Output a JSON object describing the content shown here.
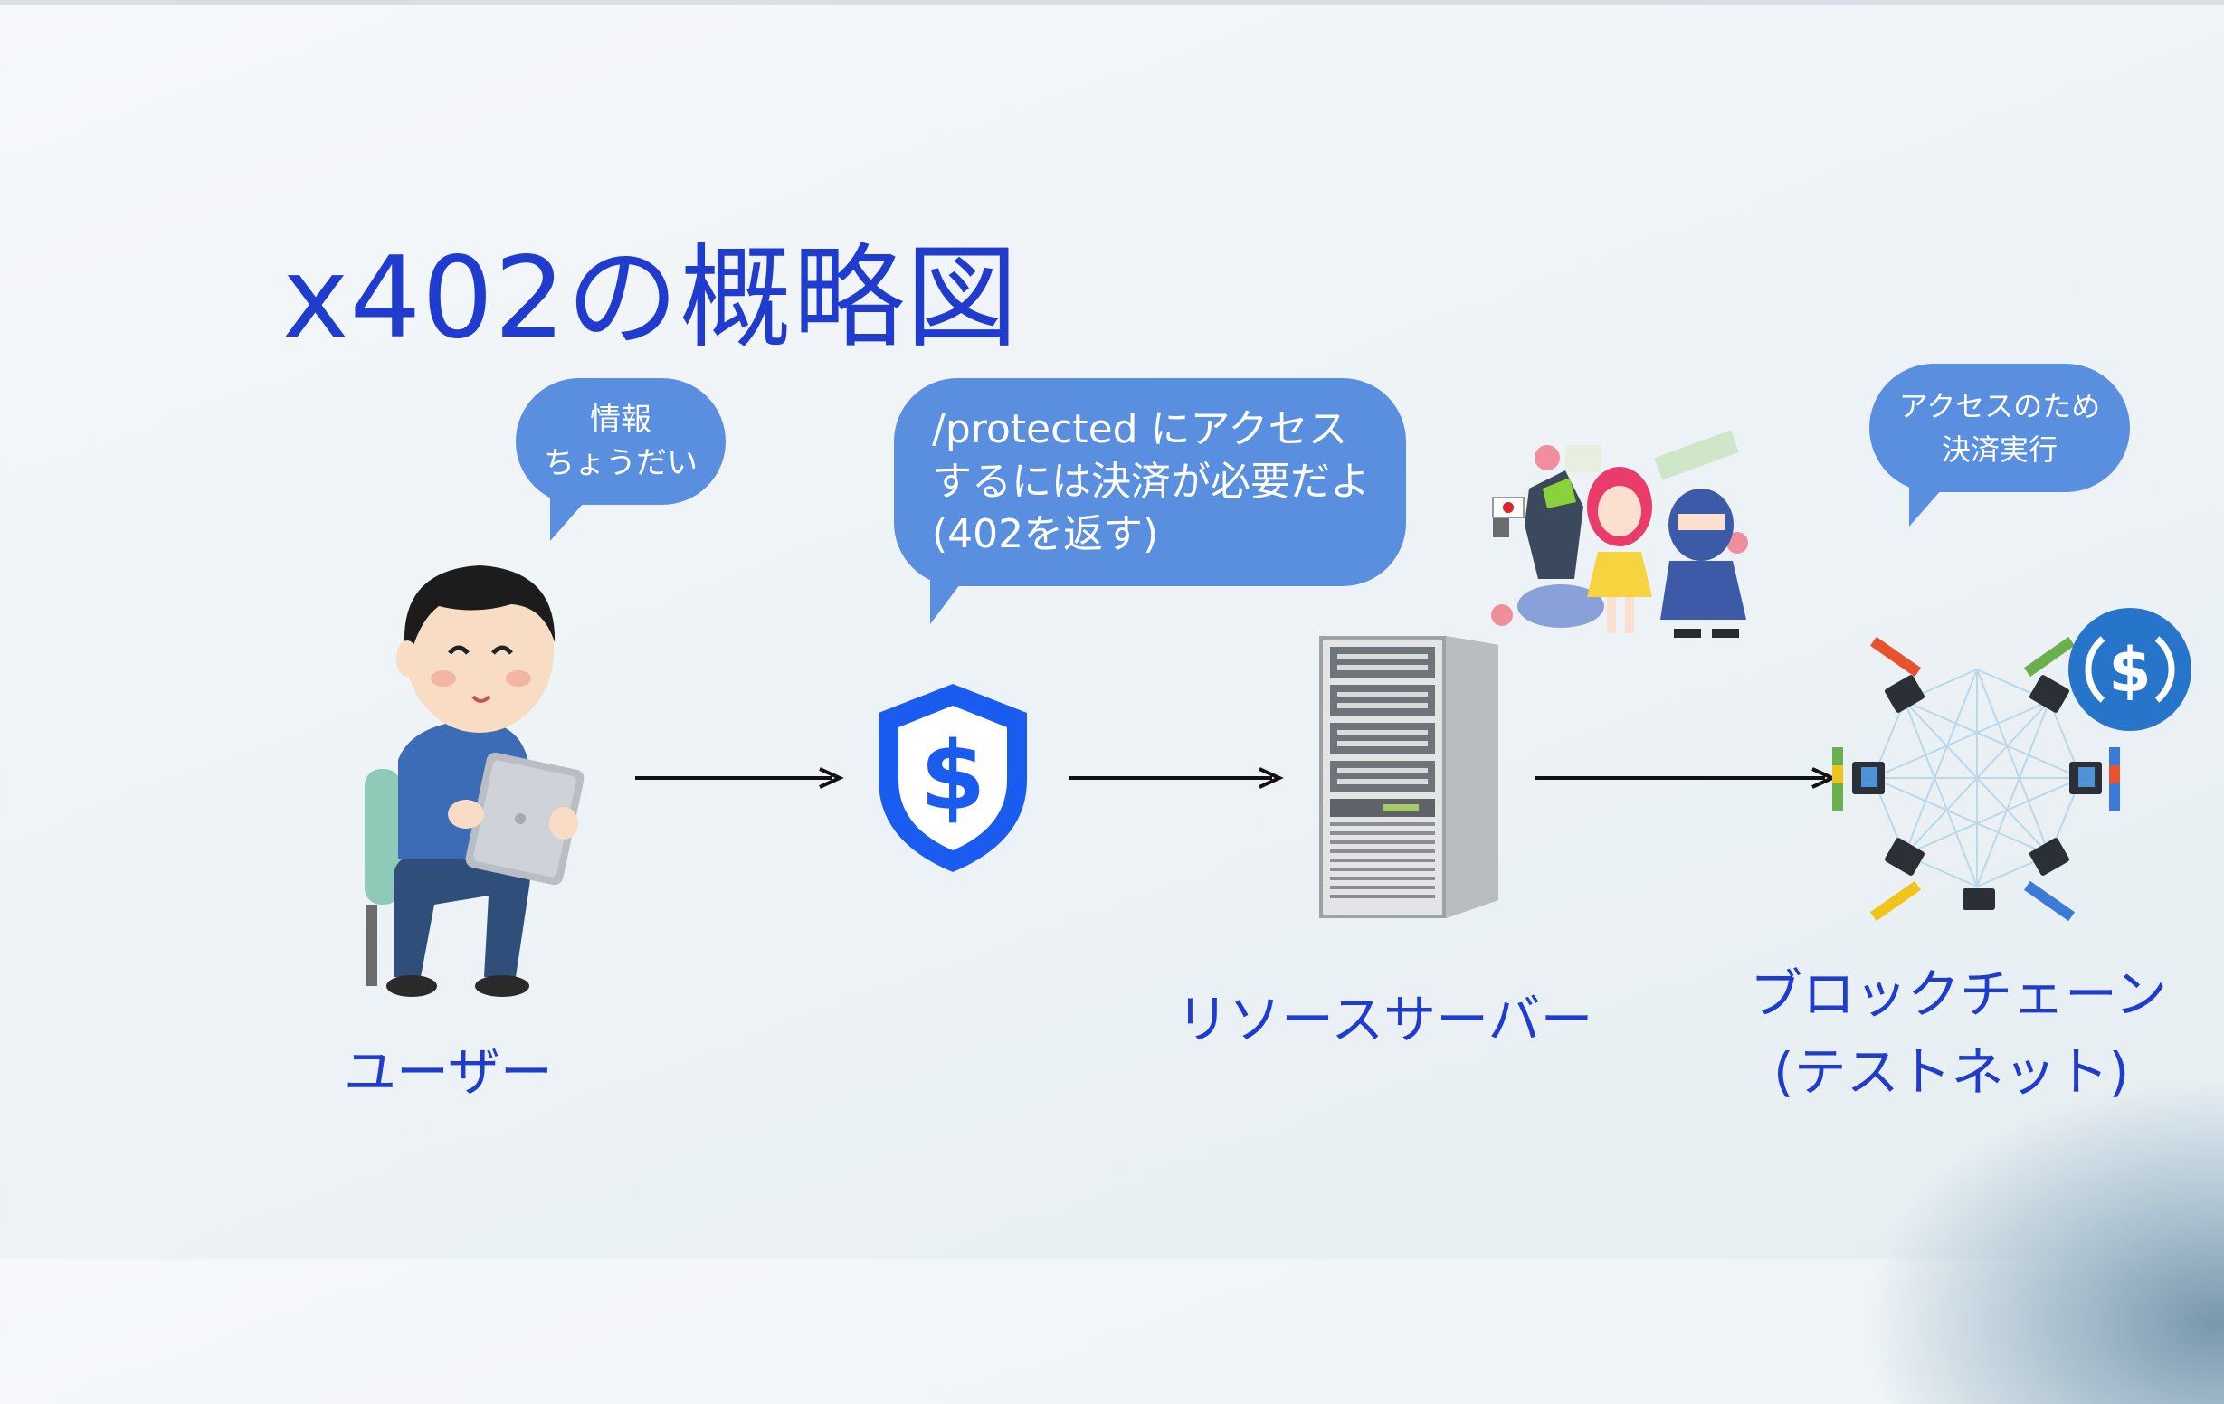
{
  "title": "x402の概略図",
  "bubbles": {
    "user_line1": "情報",
    "user_line2": "ちょうだい",
    "paywall_line1": "/protected にアクセス",
    "paywall_line2": "するには決済が必要だよ",
    "paywall_line3": "(402を返す)",
    "chain_line1": "アクセスのため",
    "chain_line2": "決済実行"
  },
  "labels": {
    "user": "ユーザー",
    "server": "リソースサーバー",
    "chain_line1": "ブロックチェーン",
    "chain_line2": "(テストネット)"
  },
  "colors": {
    "title": "#1f3ccf",
    "bubble": "#5a8fdf",
    "shield": "#1a5cf0",
    "usdc": "#2775ca"
  },
  "icons": [
    "user-with-tablet-icon",
    "shield-dollar-icon",
    "server-tower-icon",
    "content-characters-icon",
    "blockchain-network-icon",
    "usdc-coin-icon"
  ]
}
